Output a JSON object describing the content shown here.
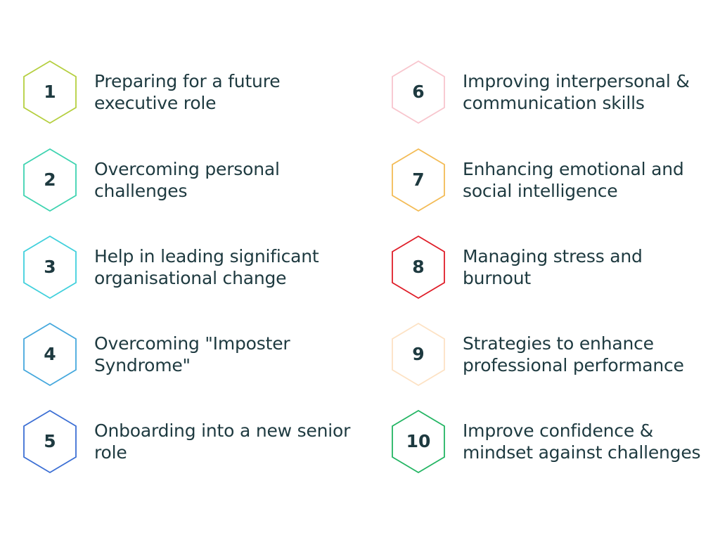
{
  "items": [
    {
      "number": "1",
      "text": "Preparing for a future executive role",
      "color": "#b5cf3f"
    },
    {
      "number": "2",
      "text": "Overcoming personal challenges",
      "color": "#3ed3b0"
    },
    {
      "number": "3",
      "text": "Help in leading significant organisational change",
      "color": "#40d0dc"
    },
    {
      "number": "4",
      "text": "Overcoming \"Imposter Syndrome\"",
      "color": "#45a8dd"
    },
    {
      "number": "5",
      "text": "Onboarding into a new senior role",
      "color": "#3c6fd4"
    },
    {
      "number": "6",
      "text": "Improving interpersonal & communication skills",
      "color": "#f8c5cd"
    },
    {
      "number": "7",
      "text": "Enhancing emotional and social intelligence",
      "color": "#f3bb55"
    },
    {
      "number": "8",
      "text": "Managing stress and burnout",
      "color": "#df1d28"
    },
    {
      "number": "9",
      "text": "Strategies to enhance professional performance",
      "color": "#fde2c4"
    },
    {
      "number": "10",
      "text": "Improve confidence & mindset against challenges",
      "color": "#23b563"
    }
  ]
}
